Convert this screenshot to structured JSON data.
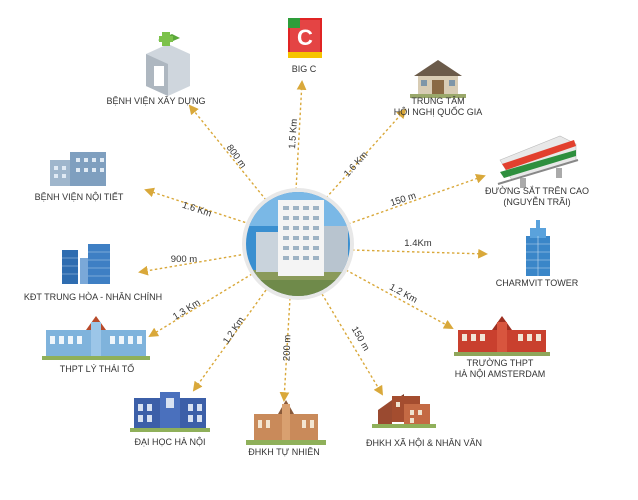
{
  "colors": {
    "arrow": "#d9a83a",
    "label": "#333333",
    "hub_ring": "#e8e8e8",
    "sky": "#3a8fd0"
  },
  "hub": {
    "icon": "project-building-photo"
  },
  "locations": [
    {
      "id": "big-c",
      "label": "BIG C",
      "distance": "1.5 Km",
      "icon": "big-c-logo"
    },
    {
      "id": "trung-tam-hoi-nghi",
      "label": "TRUNG TÂM",
      "label2": "HỘI NGHỊ QUỐC GIA",
      "distance": "1.6 Km",
      "icon": "conference-center-icon"
    },
    {
      "id": "duong-sat",
      "label": "ĐƯỜNG SẮT TRÊN CAO",
      "label2": "(NGUYỄN TRÃI)",
      "distance": "150 m",
      "icon": "metro-train-icon"
    },
    {
      "id": "charmvit",
      "label": "CHARMVIT TOWER",
      "distance": "1.4Km",
      "icon": "tower-icon"
    },
    {
      "id": "truong-amsterdam",
      "label": "TRƯỜNG THPT",
      "label2": "HÀ NỘI AMSTERDAM",
      "distance": "1.2 Km",
      "icon": "school-red-icon"
    },
    {
      "id": "dhkh-xa-hoi",
      "label": "ĐHKH XÃ HỘI & NHÂN VĂN",
      "distance": "150 m",
      "icon": "university-brick-icon"
    },
    {
      "id": "dhkh-tu-nhien",
      "label": "ĐHKH TỰ NHIÊN",
      "distance": "200 m",
      "icon": "university-classic-icon"
    },
    {
      "id": "dai-hoc-ha-noi",
      "label": "ĐẠI HỌC HÀ NỘI",
      "distance": "1.2 Km",
      "icon": "university-blue-icon"
    },
    {
      "id": "thpt-ly-thai-to",
      "label": "THPT LÝ THÁI TỔ",
      "distance": "1.3 Km",
      "icon": "school-blue-icon"
    },
    {
      "id": "kdt-trung-hoa",
      "label": "KĐT TRUNG HÒA - NHÂN CHÍNH",
      "distance": "900 m",
      "icon": "urban-towers-icon"
    },
    {
      "id": "benh-vien-noi-tiet",
      "label": "BỆNH VIỆN NỘI TIẾT",
      "distance": "1.6 Km",
      "icon": "hospital-building-icon"
    },
    {
      "id": "benh-vien-xay-dung",
      "label": "BỆNH VIỆN XÂY DỰNG",
      "distance": "800 m",
      "icon": "hospital-cross-icon"
    }
  ]
}
